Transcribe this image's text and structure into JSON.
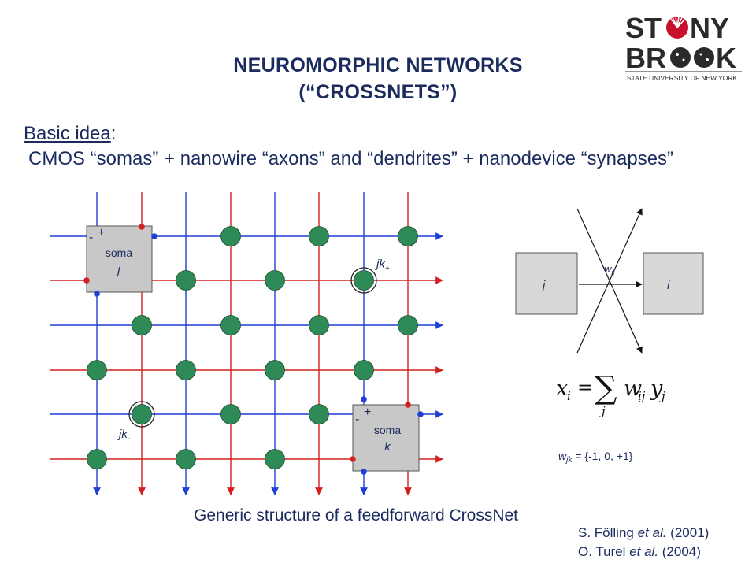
{
  "slide": {
    "title_line1": "NEUROMORPHIC  NETWORKS",
    "title_line2": "(“CROSSNETS”)",
    "basic_idea_label": "Basic idea",
    "basic_idea_colon": ":",
    "idea_text": "CMOS “somas” + nanowire “axons” and “dendrites” + nanodevice “synapses”",
    "caption": "Generic structure of a feedforward CrossNet",
    "ref1_author": "S. Fölling ",
    "ref1_etal": "et al.",
    "ref1_year": " (2001)",
    "ref2_author": "O. Turel ",
    "ref2_etal": "et al.",
    "ref2_year": " (2004)"
  },
  "logo": {
    "line1_a": "ST",
    "line1_b": "NY",
    "line2_a": "BR",
    "line2_b": "K",
    "subtitle": "STATE UNIVERSITY OF NEW YORK"
  },
  "crossnet": {
    "soma_j_plus": "+",
    "soma_j_minus": "-",
    "soma_j_word": "soma",
    "soma_j_index": "j",
    "soma_k_plus": "+",
    "soma_k_minus": "-",
    "soma_k_word": "soma",
    "soma_k_index": "k",
    "jk_plus_base": "jk",
    "jk_plus_sub": "+",
    "jk_minus_base": "jk",
    "jk_minus_sub": "-"
  },
  "neuron_model": {
    "node_j": "j",
    "node_i": "i",
    "weight_base": "w",
    "weight_sub": "ij",
    "formula_lhs": "x",
    "formula_lhs_sub": "i",
    "formula_eq": "=",
    "formula_sum": "∑",
    "formula_sum_index": "j",
    "formula_w": "w",
    "formula_w_sub": "ij",
    "formula_y": "y",
    "formula_y_sub": "j",
    "weights_base": "w",
    "weights_sub": "jk",
    "weights_values": " = {-1, 0, +1}"
  },
  "colors": {
    "text": "#1b2b5e",
    "blue_wire": "#1f3fd6",
    "red_wire": "#d42020",
    "synapse_fill": "#2e8b57",
    "soma_fill": "#c8c8c8",
    "logo_text": "#2a2a2a",
    "logo_red": "#c8102e"
  }
}
